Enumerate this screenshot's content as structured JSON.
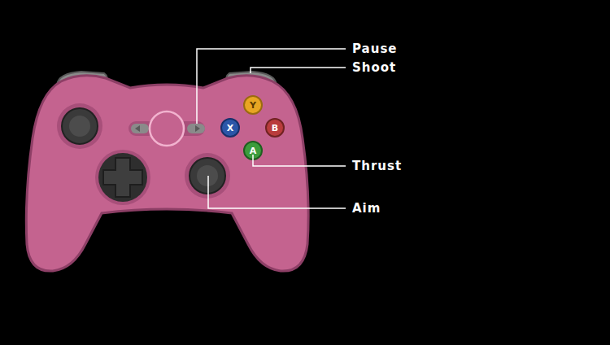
{
  "diagram": {
    "labels": [
      "Pause",
      "Shoot",
      "Y",
      "X",
      "B",
      "A",
      "Thrust",
      "Aim"
    ]
  }
}
